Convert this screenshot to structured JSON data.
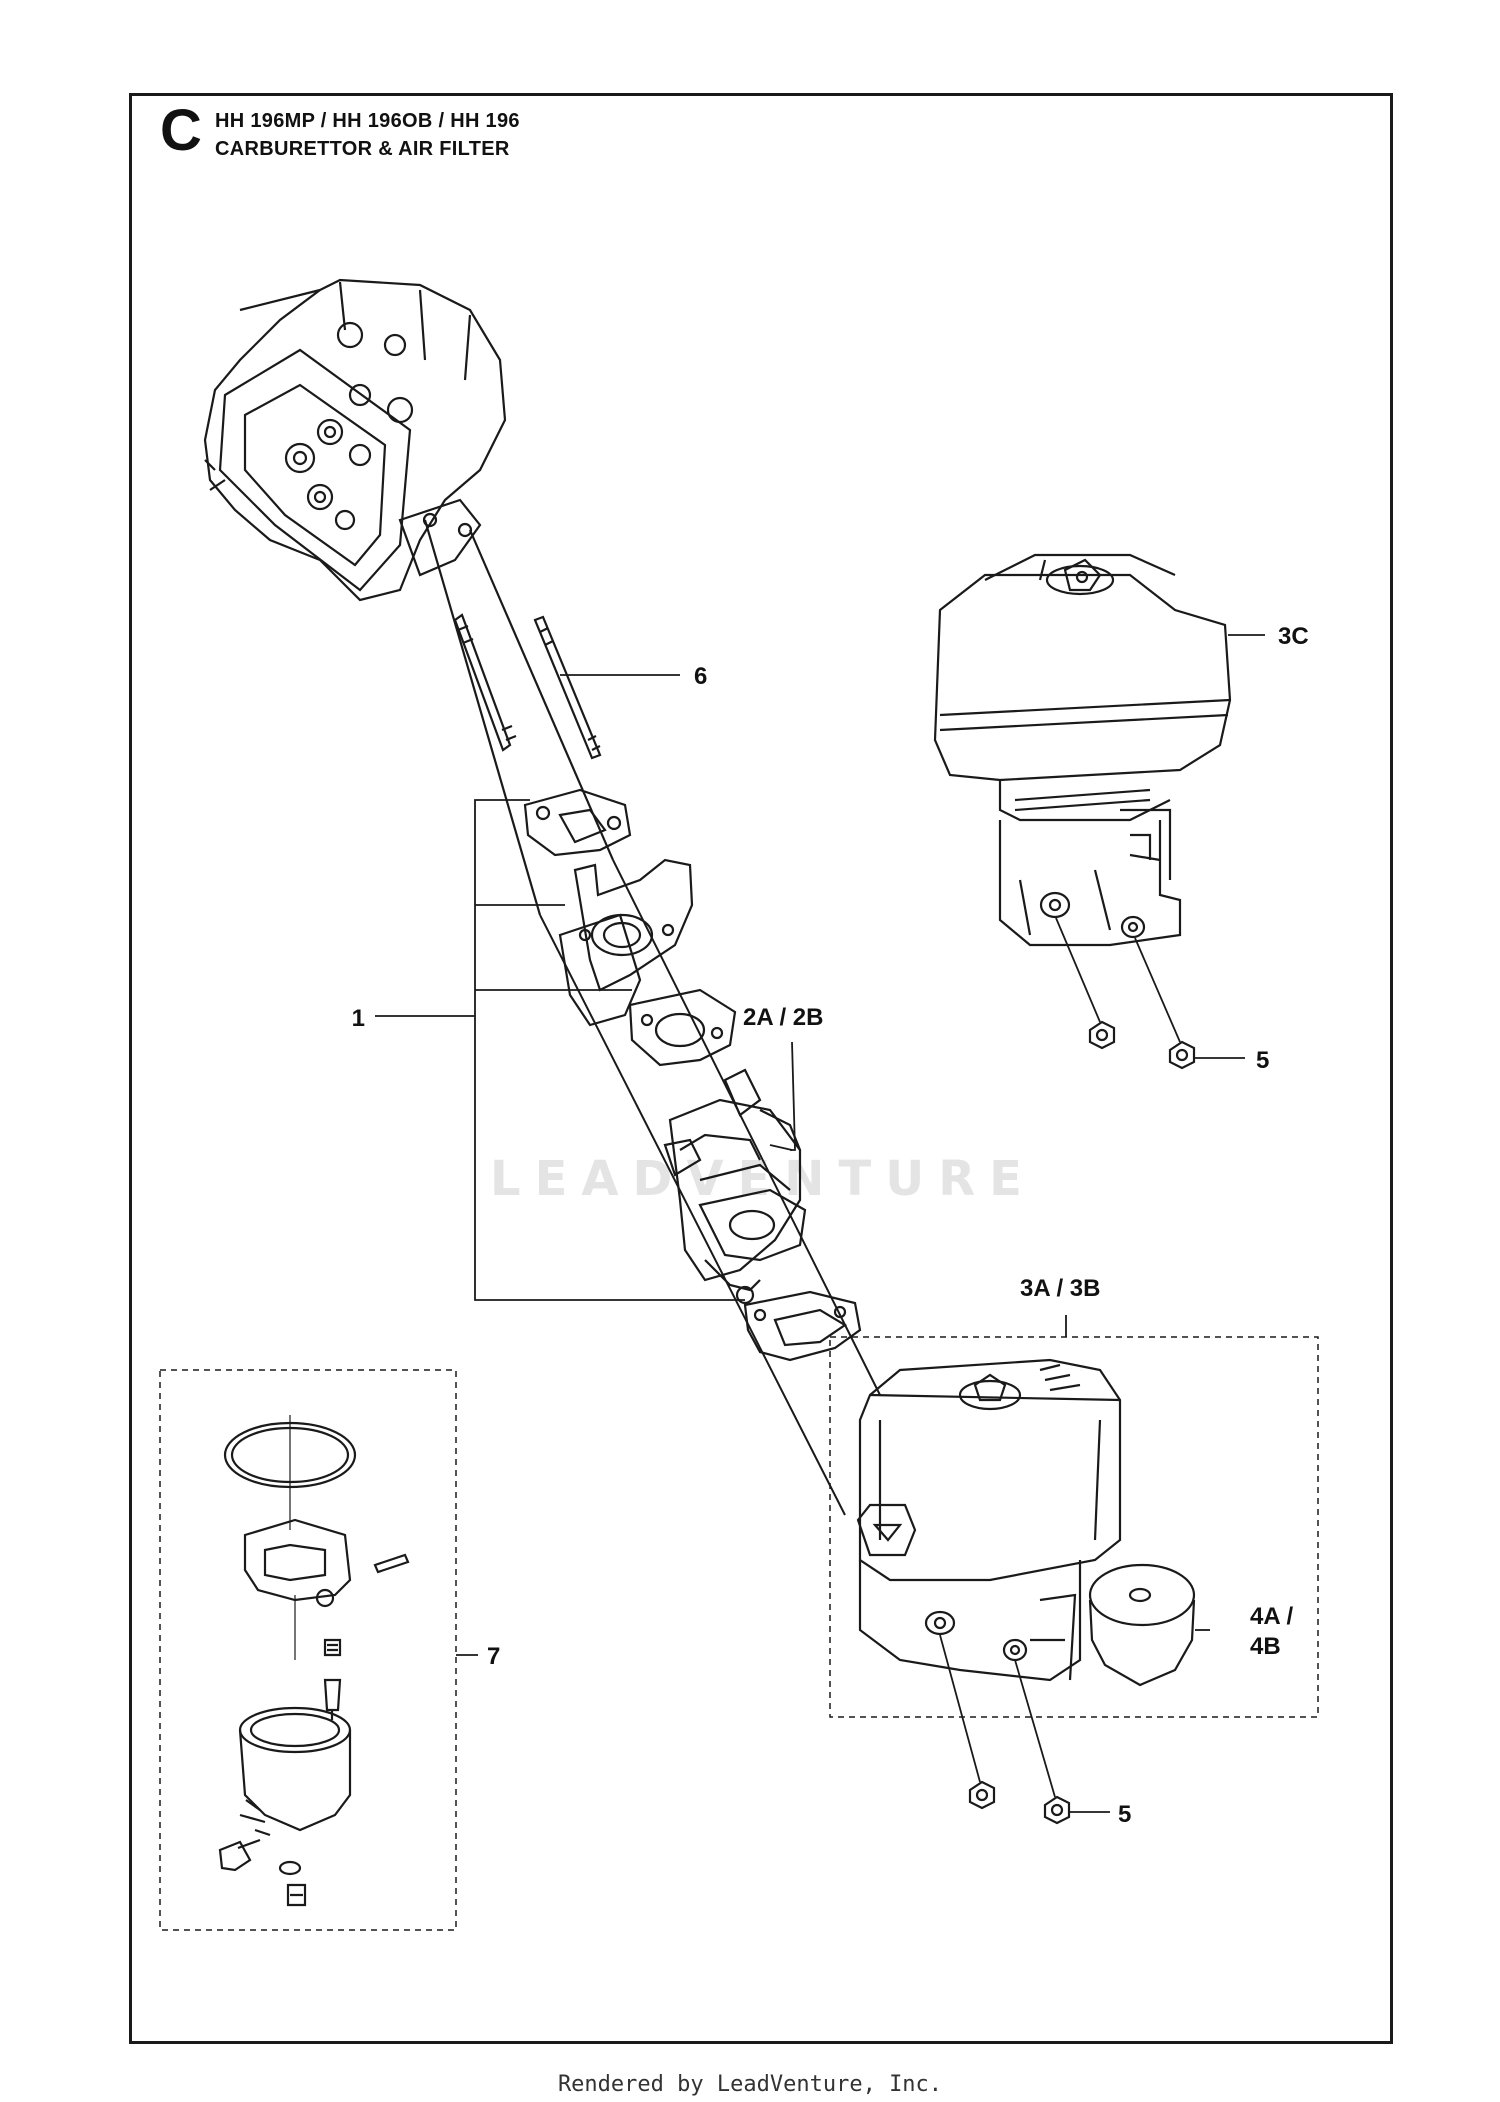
{
  "header": {
    "section_letter": "C",
    "models": "HH 196MP / HH 196OB / HH 196",
    "title": "CARBURETTOR & AIR FILTER"
  },
  "callouts": {
    "part_1": "1",
    "part_2": "2A / 2B",
    "part_3ab": "3A / 3B",
    "part_3c": "3C",
    "part_4_line1": "4A /",
    "part_4_line2": "4B",
    "part_5_top": "5",
    "part_5_bottom": "5",
    "part_6": "6",
    "part_7": "7"
  },
  "watermark": "LEADVENTURE",
  "footer": "Rendered by LeadVenture, Inc."
}
